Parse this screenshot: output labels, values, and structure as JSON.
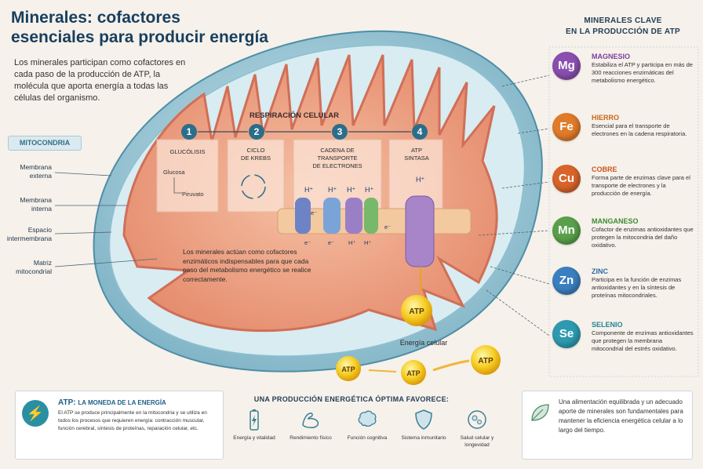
{
  "title": {
    "line1": "Minerales: cofactores",
    "line2": "esenciales para producir energía"
  },
  "intro": "Los minerales participan como cofactores en cada paso de la producción de ATP, la molécula que aporta energía a todas las células del organismo.",
  "mitochondria": {
    "tag": "MITOCONDRIA",
    "labels": [
      {
        "text": "Membrana externa"
      },
      {
        "text": "Membrana interna"
      },
      {
        "text": "Espacio intermembrana"
      },
      {
        "text": "Matriz mitocondrial"
      }
    ]
  },
  "process": {
    "title": "RESPIRACIÓN CELULAR",
    "steps": [
      {
        "num": "1",
        "label": "GLUCÓLISIS"
      },
      {
        "num": "2",
        "label": "CICLO DE KREBS"
      },
      {
        "num": "3",
        "label": "CADENA DE TRANSPORTE DE ELECTRONES"
      },
      {
        "num": "4",
        "label": "ATP SINTASA"
      }
    ],
    "glucose": "Glucosa",
    "pyruvate": "Piruvato",
    "hplus": "H⁺",
    "electron": "e⁻"
  },
  "matrix_note": "Los minerales actúan como cofactores enzimáticos indispensables para que cada paso del metabolismo energético se realice correctamente.",
  "atp": {
    "label": "ATP",
    "energy": "Energía celular"
  },
  "minerals_title": {
    "line1": "MINERALES CLAVE",
    "line2": "EN LA PRODUCCIÓN DE ATP"
  },
  "minerals": [
    {
      "symbol": "Mg",
      "name": "MAGNESIO",
      "color": "#8a4fb0",
      "desc": "Estabiliza el ATP y participa en más de 300 reacciones enzimáticas del metabolismo energético."
    },
    {
      "symbol": "Fe",
      "name": "HIERRO",
      "color": "#e07b2a",
      "desc": "Esencial para el transporte de electrones en la cadena respiratoria."
    },
    {
      "symbol": "Cu",
      "name": "COBRE",
      "color": "#d8642a",
      "desc": "Forma parte de enzimas clave para el transporte de electrones y la producción de energía."
    },
    {
      "symbol": "Mn",
      "name": "MANGANESO",
      "color": "#5aa04a",
      "desc": "Cofactor de enzimas antioxidantes que protegen la mitocondria del daño oxidativo."
    },
    {
      "symbol": "Zn",
      "name": "ZINC",
      "color": "#3b7fc0",
      "desc": "Participa en la función de enzimas antioxidantes y en la síntesis de proteínas mitocondriales."
    },
    {
      "symbol": "Se",
      "name": "SELENIO",
      "color": "#2e9ab0",
      "desc": "Componente de enzimas antioxidantes que protegen la membrana mitocondrial del estrés oxidativo."
    }
  ],
  "atp_box": {
    "title": "ATP:",
    "title_rest": "LA MONEDA DE LA ENERGÍA",
    "text": "El ATP se produce principalmente en la mitocondria y se utiliza en todos los procesos que requieren energía: contracción muscular, función cerebral, síntesis de proteínas, reparación celular, etc."
  },
  "favors": {
    "title": "UNA PRODUCCIÓN ENERGÉTICA ÓPTIMA FAVORECE:",
    "items": [
      {
        "label": "Energía y vitalidad",
        "icon": "battery-icon"
      },
      {
        "label": "Rendimiento físico",
        "icon": "muscle-icon"
      },
      {
        "label": "Función cognitiva",
        "icon": "brain-icon"
      },
      {
        "label": "Sistema inmunitario",
        "icon": "shield-icon"
      },
      {
        "label": "Salud celular y longevidad",
        "icon": "cell-icon"
      }
    ]
  },
  "side_note": "Una alimentación equilibrada y un adecuado aporte de minerales son fundamentales para mantener la eficiencia energética celular a lo largo del tiempo."
}
